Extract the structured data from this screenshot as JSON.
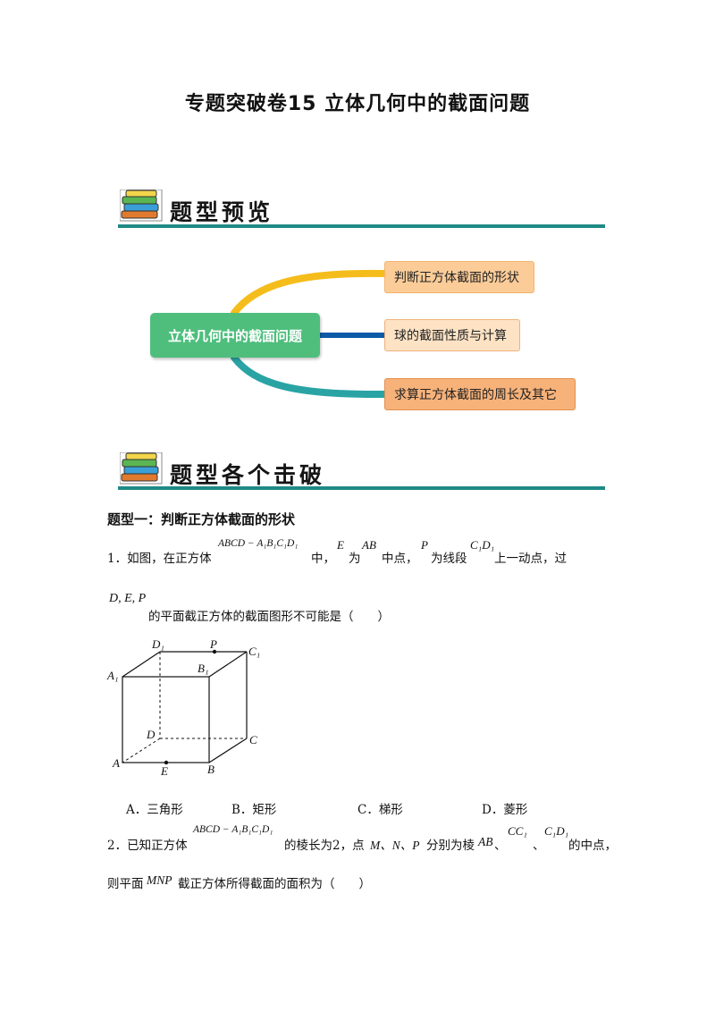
{
  "title": "专题突破卷15  立体几何中的截面问题",
  "section1": {
    "heading": "题型预览"
  },
  "mindmap": {
    "center": "立体几何中的截面问题",
    "branches": [
      "判断正方体截面的形状",
      "球的截面性质与计算",
      "求算正方体截面的周长及其它"
    ],
    "colors": {
      "center": "#4fbe7d",
      "branch_top": "#f5bd1b",
      "branch_mid": "#0d5aa7",
      "branch_bottom": "#2aa3a4"
    }
  },
  "section2": {
    "heading": "题型各个击破"
  },
  "question_type1": {
    "heading": "题型一：判断正方体截面的形状"
  },
  "q1": {
    "prefix": "1．如图，在正方体",
    "cube": "ABCD − A₁B₁C₁D₁",
    "mid1": "中，",
    "E": "E",
    "wei": "为",
    "AB": "AB",
    "mid2": "中点，",
    "P": "P",
    "seg": "为线段",
    "C1D1": "C₁D₁",
    "rest1": "上一动点，过",
    "DEP": "D, E, P",
    "rest2": "的平面截正方体的截面图形不可能是（　　）",
    "options": [
      "A．三角形",
      "B．矩形",
      "C．梯形",
      "D．菱形"
    ]
  },
  "figure": {
    "labels": {
      "D1": "D₁",
      "P": "P",
      "C1": "C₁",
      "A1": "A₁",
      "B1": "B₁",
      "D": "D",
      "C": "C",
      "A": "A",
      "E": "E",
      "B": "B"
    }
  },
  "q2": {
    "prefix": "2．已知正方体",
    "cube": "ABCD − A₁B₁C₁D₁",
    "mid": "的棱长为2，点",
    "MNP": "M、N、P",
    "mid2": "分别为棱",
    "AB": "AB",
    "sep1": "、",
    "CC1": "CC₁",
    "sep2": "、",
    "C1D1": "C₁D₁",
    "tail": "的中点，",
    "line2a": "则平面",
    "plane": "MNP",
    "line2b": "截正方体所得截面的面积为（　　）"
  }
}
